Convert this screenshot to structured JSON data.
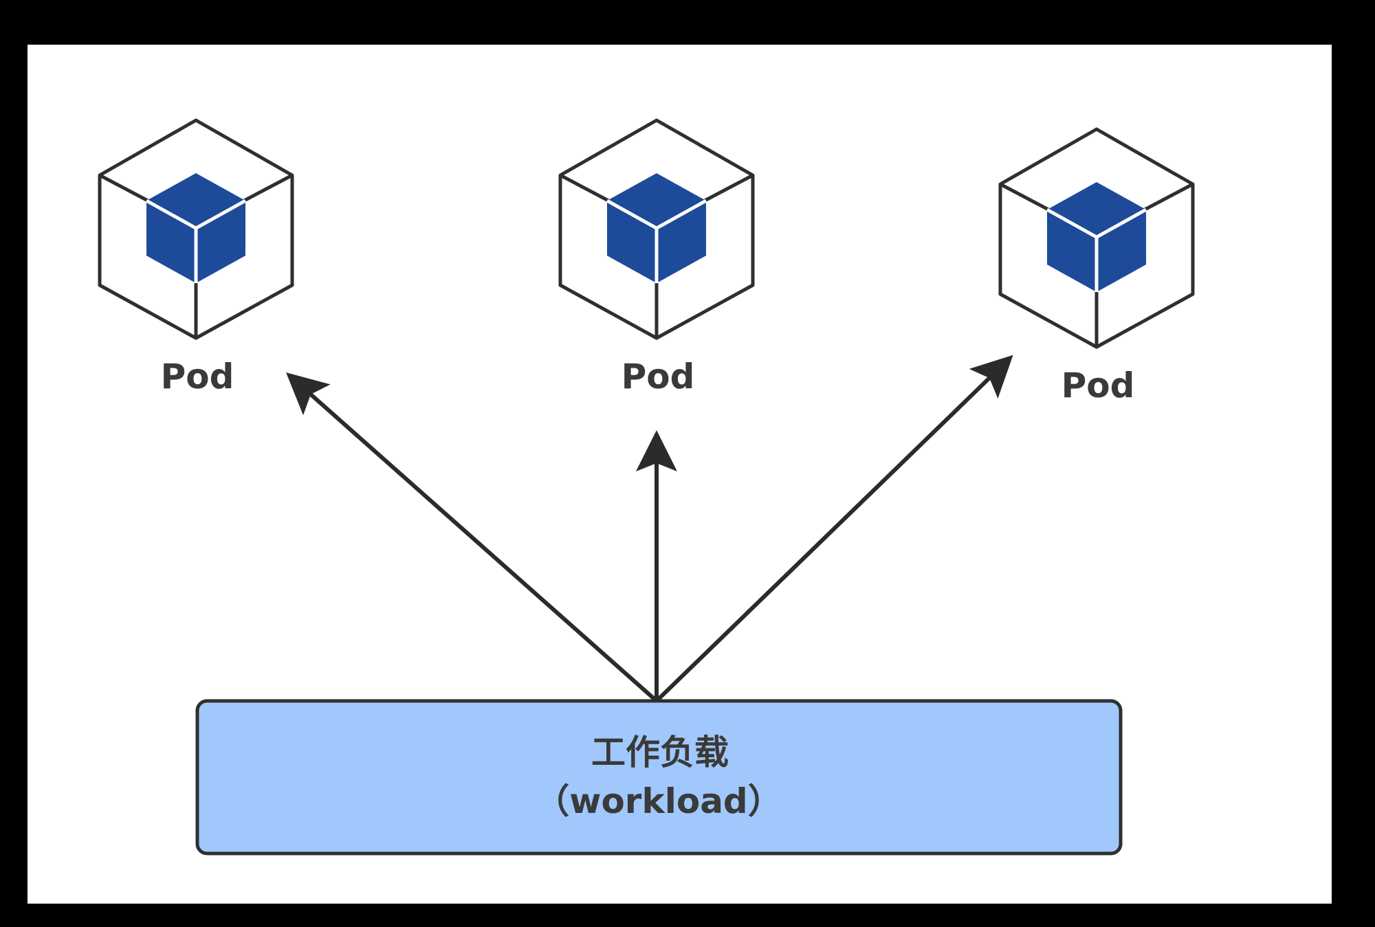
{
  "pods": [
    {
      "label": "Pod",
      "icon": "pod-cube-icon"
    },
    {
      "label": "Pod",
      "icon": "pod-cube-icon"
    },
    {
      "label": "Pod",
      "icon": "pod-cube-icon"
    }
  ],
  "workload": {
    "line1": "工作负载",
    "line2": "（workload）"
  },
  "colors": {
    "frame": "#000000",
    "canvas": "#ffffff",
    "cube_outline": "#2f2f2f",
    "cube_inner": "#1e4a9a",
    "workload_fill": "#a0c8fc",
    "workload_stroke": "#2f2f2f",
    "arrow": "#2b2b2b",
    "text": "#3a3a3a"
  }
}
